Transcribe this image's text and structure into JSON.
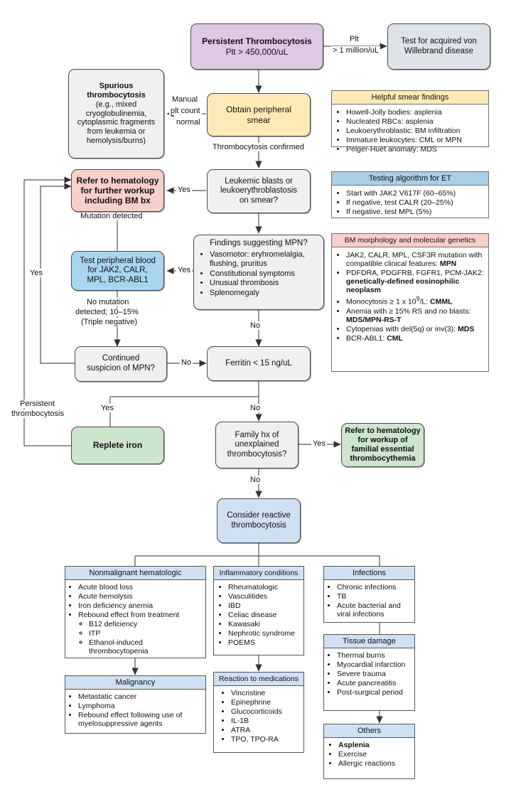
{
  "colors": {
    "purple": "#ddc9e4",
    "yellow": "#fdeab6",
    "pink": "#f9cfca",
    "blue": "#a8d5ef",
    "green": "#cde5cd",
    "lightblue": "#cfe0f3",
    "grey": "#f0f0f0",
    "greyblue": "#dde3e8",
    "panel_yellow": "#fdeab6",
    "panel_blue": "#a9cfe8",
    "panel_pink": "#f9cfca",
    "stroke": "#4a4a4a"
  },
  "nodes": {
    "persistent_thrombocytosis": {
      "line1": "Persistent Thrombocytosis",
      "line2": "Plt > 450,000/uL"
    },
    "von_willebrand": {
      "line1": "Test for acquired von",
      "line2": "Willebrand disease"
    },
    "obtain_smear": {
      "line1": "Obtain peripheral",
      "line2": "smear"
    },
    "spurious": {
      "line1": "Spurious",
      "line2": "thrombocytosis",
      "line3": "(e.g., mixed",
      "line4": "cryoglobulinemia,",
      "line5": "cytoplasmic fragments",
      "line6": "from leukemia or",
      "line7": "hemolysis/burns)"
    },
    "refer_hematology_bm": {
      "line1": "Refer to hematology",
      "line2": "for further workup",
      "line3": "including BM bx"
    },
    "leukemic_blasts": {
      "line1": "Leukemic blasts or",
      "line2": "leukoerythroblastosis",
      "line3": "on smear?"
    },
    "findings_mpn": {
      "title": "Findings suggesting MPN?",
      "items": [
        "Vasomotor: eryhromelalgia, flushing, pruritus",
        "Constitutional symptoms",
        "Unusual thrombosis",
        "Splenomegaly"
      ]
    },
    "test_peripheral_blood": {
      "line1": "Test peripheral blood",
      "line2": "for JAK2, CALR,",
      "line3": "MPL, BCR-ABL1"
    },
    "continued_suspicion": {
      "line1": "Continued",
      "line2": "suspicion of MPN?"
    },
    "ferritin": {
      "line1": "Ferritin < 15 ng/uL"
    },
    "replete_iron": {
      "line1": "Replete iron"
    },
    "family_hx": {
      "line1": "Family hx of",
      "line2": "unexplained",
      "line3": "thrombocytosis?"
    },
    "refer_familial": {
      "line1": "Refer to hematology",
      "line2": "for workup of",
      "line3": "familial essential",
      "line4": "thrombocythemia"
    },
    "consider_reactive": {
      "line1": "Consider reactive",
      "line2": "thrombocytosis"
    }
  },
  "edge_labels": {
    "plt_1": "Plt",
    "plt_2": "> 1 million/uL",
    "manual_1": "Manual",
    "manual_2": "plt count",
    "manual_3": "normal",
    "thrombocytosis_confirmed": "Thrombocytosis confirmed",
    "yes_blasts": "Yes",
    "yes_findings": "Yes",
    "mutation_detected": "Mutation detected",
    "no_mutation_1": "No mutation",
    "no_mutation_2": "detected; 10–15%",
    "no_mutation_3": "(Triple negative)",
    "yes_left": "Yes",
    "no_continued": "No",
    "no_findings": "No",
    "yes_ferritin": "Yes",
    "no_ferritin": "No",
    "persistent_1": "Persistent",
    "persistent_2": "thrombocytosis",
    "no_family": "No",
    "yes_family": "Yes"
  },
  "panels": {
    "smear_findings": {
      "title": "Helpful smear findings",
      "items": [
        "Howell-Jolly bodies: asplenia",
        "Nucleated RBCs: asplenia",
        "Leukoerythroblastic: BM infiltration",
        "Immature leukocytes: CML or MPN",
        "Pelger-Huet anomaly: MDS"
      ]
    },
    "testing_et": {
      "title": "Testing algorithm for ET",
      "items": [
        "Start with JAK2 V617F (60–65%)",
        "If negative, test CALR (20–25%)",
        "If negative, test MPL (5%)"
      ]
    },
    "bm_morphology": {
      "title": "BM morphology and molecular genetics",
      "items": [
        {
          "text": "JAK2, CALR, MPL, CSF3R mutation with compatible clinical features: ",
          "bold": "MPN"
        },
        {
          "text": "PDFDRA, PDGFRB, FGFR1, PCM-JAK2: ",
          "bold": "genetically-defined eosinophilic neoplasm"
        },
        {
          "text": "Monocytosis ≥ 1 x 10",
          "sup": "9",
          "text2": "/L: ",
          "bold": "CMML"
        },
        {
          "text": "Anemia with ≥ 15% RS and no blasts: ",
          "bold": "MDS/MPN-RS-T"
        },
        {
          "text": "Cytopenias with del(5q) or inv(3): ",
          "bold": "MDS"
        },
        {
          "text": "BCR-ABL1: ",
          "bold": "CML"
        }
      ]
    }
  },
  "categories": {
    "nonmalignant": {
      "title": "Nonmalignant hematologic",
      "items": [
        "Acute blood loss",
        "Acute hemolysis",
        "Iron deficiency anemia",
        "Rebound effect from treatment"
      ],
      "subitems": [
        "B12 deficiency",
        "ITP",
        "Ethanol-induced thrombocytopenia"
      ]
    },
    "malignancy": {
      "title": "Malignancy",
      "items": [
        "Metastatic cancer",
        "Lymphoma",
        "Rebound effect following use of myelosuppressive agents"
      ]
    },
    "inflammatory": {
      "title": "Inflammatory conditions",
      "items": [
        "Rheumatologic",
        "Vasculitides",
        "IBD",
        "Celiac disease",
        "Kawasaki",
        "Nephrotic syndrome",
        "POEMS"
      ]
    },
    "medications": {
      "title": "Reaction to medications",
      "items": [
        "Vincristine",
        "Epinephrine",
        "Glucocorticoids",
        "IL-1B",
        "ATRA",
        "TPO, TPO-RA"
      ]
    },
    "infections": {
      "title": "Infections",
      "items": [
        "Chronic infections",
        "TB",
        "Acute bacterial and viral infections"
      ]
    },
    "tissue_damage": {
      "title": "Tissue damage",
      "items": [
        "Thermal burns",
        "Myocardial infarction",
        "Severe trauma",
        "Acute pancreatitis",
        "Post-surgical period"
      ]
    },
    "others": {
      "title": "Others",
      "items": [
        {
          "text": "Asplenia",
          "bold": true
        },
        {
          "text": "Exercise"
        },
        {
          "text": "Allergic reactions"
        }
      ]
    }
  }
}
